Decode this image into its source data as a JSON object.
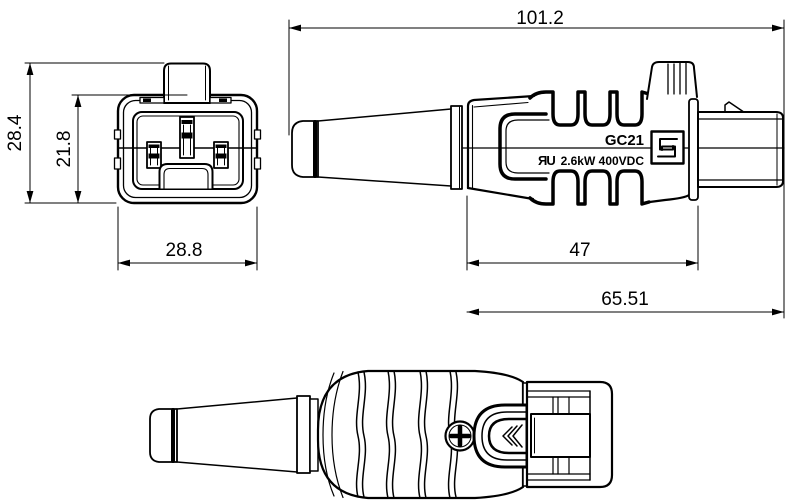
{
  "product": {
    "model": "GC21",
    "rating": "2.6kW 400VDC",
    "ul_mark_glyph": "ЯU"
  },
  "dimensions": {
    "front_overall_height": "28.4",
    "front_inner_height": "21.8",
    "front_width": "28.8",
    "side_overall_length": "101.2",
    "side_grip_length": "47",
    "side_housing_length": "65.51"
  },
  "colors": {
    "line": "#000000",
    "background": "#ffffff"
  }
}
